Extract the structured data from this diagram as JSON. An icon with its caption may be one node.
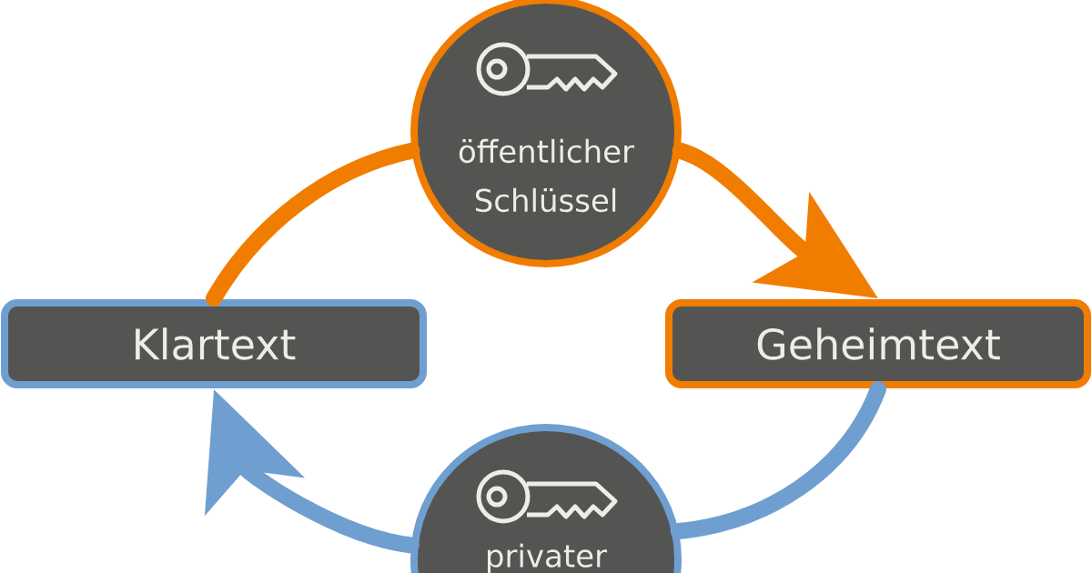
{
  "diagram": {
    "nodes": [
      {
        "text": [
          "Klartext"
        ]
      },
      {
        "text": [
          "Geheimtext"
        ]
      },
      {
        "text": [
          "öffentlicher Schlüssel"
        ]
      },
      {
        "text": [
          "privater"
        ]
      }
    ],
    "edges": [
      {
        "from": 0,
        "to": 2,
        "arrow": "none",
        "color": "#f07d00"
      },
      {
        "from": 2,
        "to": 1,
        "arrow": "to",
        "color": "#f07d00"
      },
      {
        "from": 1,
        "to": 3,
        "arrow": "none",
        "color": "#6f9fd0"
      },
      {
        "from": 3,
        "to": 0,
        "arrow": "to",
        "color": "#6f9fd0"
      }
    ]
  }
}
